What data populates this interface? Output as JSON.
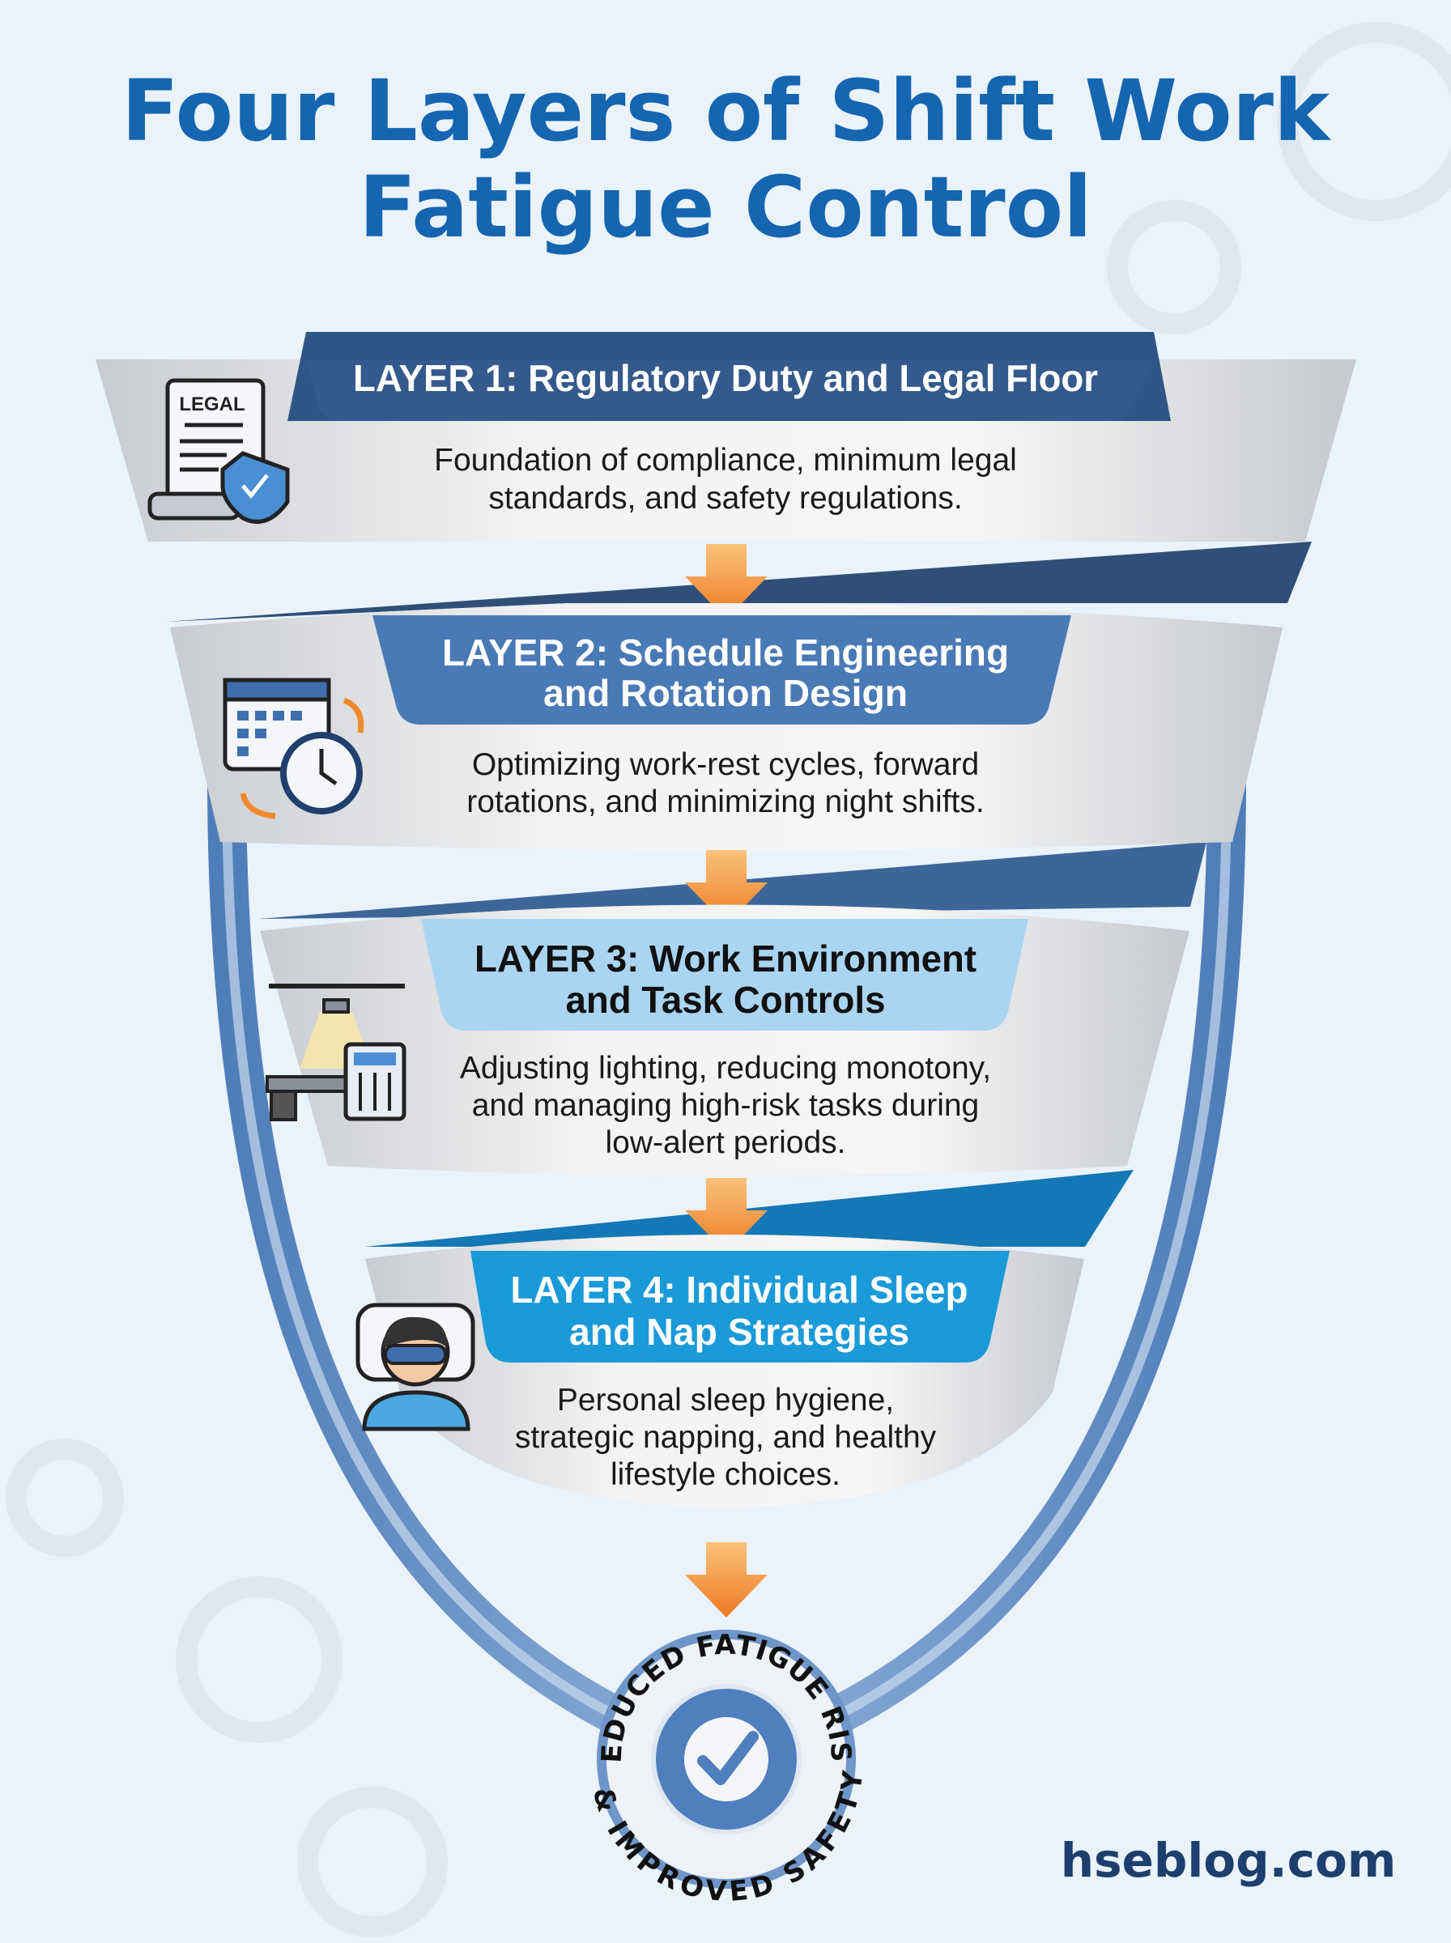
{
  "title": {
    "line1": "Four Layers of Shift Work",
    "line2": "Fatigue Control"
  },
  "layers": [
    {
      "header": [
        "LAYER 1: Regulatory Duty and Legal Floor"
      ],
      "description": [
        "Foundation of compliance, minimum legal",
        "standards, and safety regulations."
      ],
      "icon": "legal-document-shield-icon",
      "icon_label": "LEGAL",
      "color": "#2f5586"
    },
    {
      "header": [
        "LAYER 2: Schedule Engineering",
        "and Rotation Design"
      ],
      "description": [
        "Optimizing work-rest cycles, forward",
        "rotations, and minimizing night shifts."
      ],
      "icon": "calendar-clock-icon",
      "color": "#4a7ab5"
    },
    {
      "header": [
        "LAYER 3: Work Environment",
        "and Task Controls"
      ],
      "description": [
        "Adjusting lighting, reducing monotony,",
        "and managing high-risk tasks during",
        "low-alert periods."
      ],
      "icon": "workstation-lighting-icon",
      "color": "#a9d5f2"
    },
    {
      "header": [
        "LAYER 4: Individual Sleep",
        "and Nap Strategies"
      ],
      "description": [
        "Personal sleep hygiene,",
        "strategic napping, and healthy",
        "lifestyle choices."
      ],
      "icon": "sleeping-person-icon",
      "color": "#1b9ad9"
    }
  ],
  "badge": {
    "top_text": "REDUCED FATIGUE RISK",
    "bottom_text": "& IMPROVED SAFETY",
    "icon": "checkmark-icon"
  },
  "brand": "hseblog.com",
  "colors": {
    "title": "#1565b0",
    "arrow": "#f08a2c",
    "ring": "#5d8cc4"
  }
}
